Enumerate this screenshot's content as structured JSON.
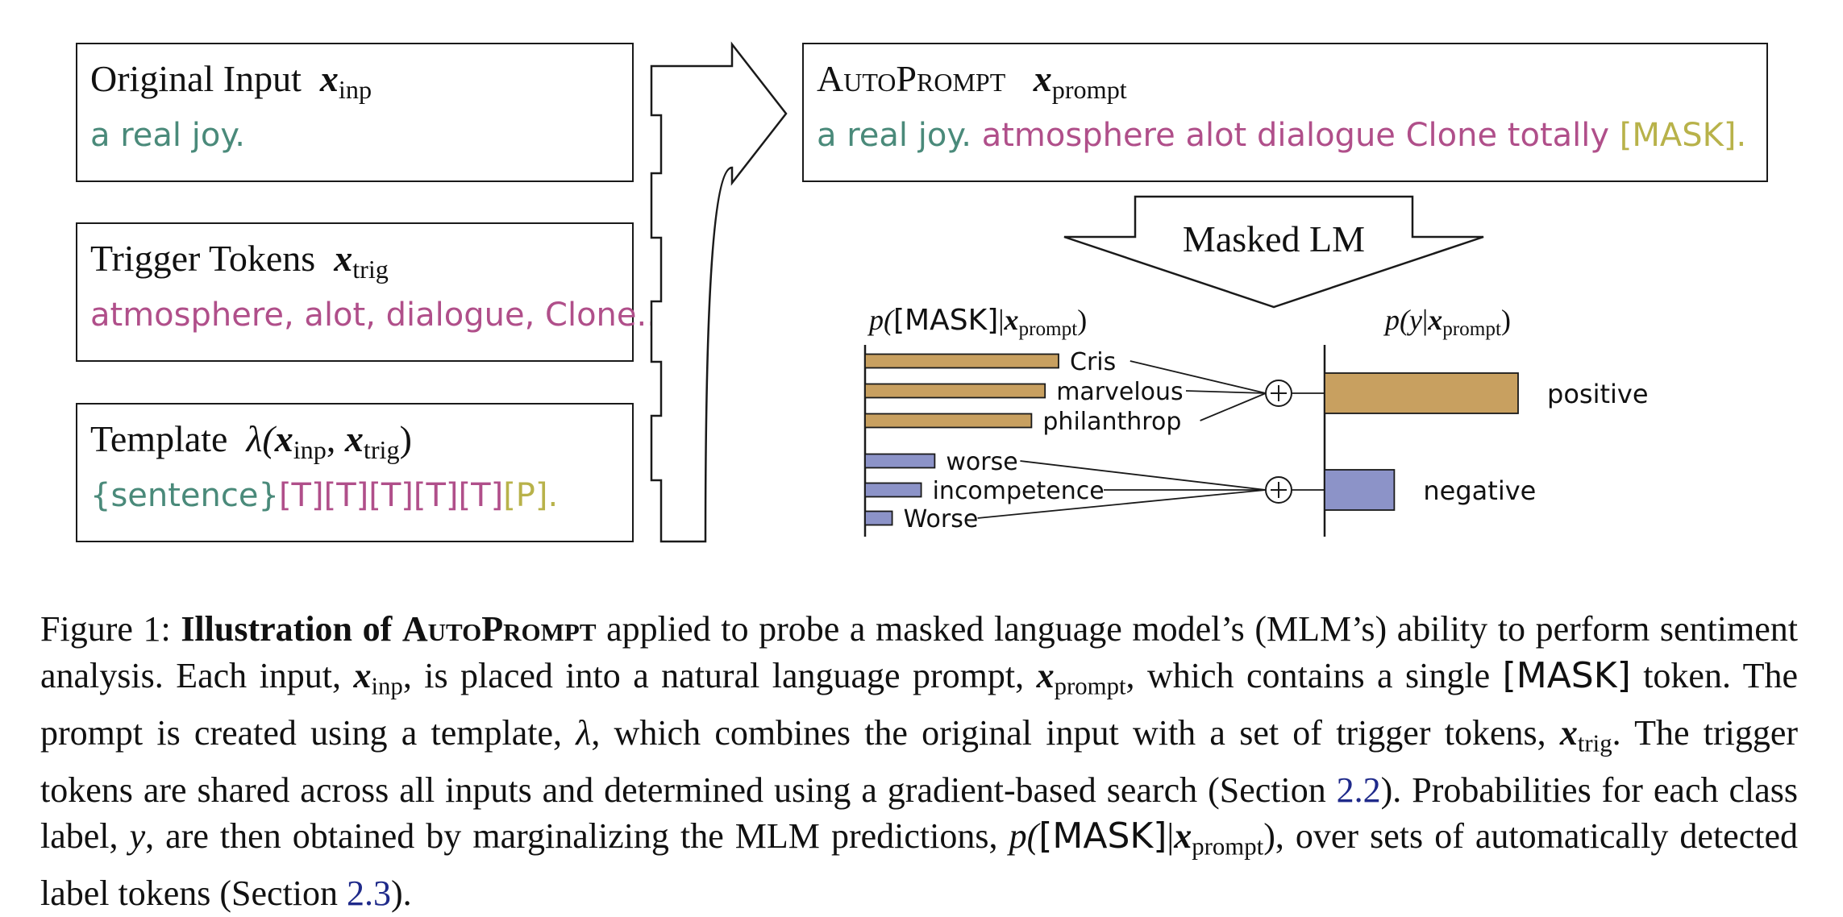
{
  "boxes": {
    "original": {
      "title": "Original Input",
      "var": "x",
      "sub": "inp",
      "body": "a real joy."
    },
    "trigger": {
      "title": "Trigger Tokens",
      "var": "x",
      "sub": "trig",
      "body": "atmosphere, alot, dialogue, Clone..."
    },
    "template": {
      "title": "Template",
      "lambda": "λ(",
      "var1": "x",
      "sub1": "inp",
      "sep": ", ",
      "var2": "x",
      "sub2": "trig",
      "close": ")",
      "sentence": "{sentence}",
      "triggers": "[T][T][T][T][T]",
      "pred": "[P]",
      "period": "."
    },
    "autoprompt": {
      "title": "AutoPrompt",
      "var": "x",
      "sub": "prompt",
      "input_text": "a real joy.",
      "trigger_text": "atmosphere alot dialogue Clone totally",
      "mask": "[MASK]",
      "period": "."
    }
  },
  "masked_lm_label": "Masked LM",
  "chart_left_label": {
    "p": "p(",
    "mask": "[MASK]",
    "bar": "|",
    "var": "x",
    "sub": "prompt",
    "close": ")"
  },
  "chart_right_label": {
    "p": "p(",
    "y": "y",
    "bar": "|",
    "var": "x",
    "sub": "prompt",
    "close": ")"
  },
  "chart_data": [
    {
      "type": "bar",
      "orientation": "horizontal",
      "title": "p([MASK]|x_prompt)",
      "categories": [
        "Cris",
        "marvelous",
        "philanthrop",
        "worse",
        "incompetence",
        "Worse"
      ],
      "values": [
        1.0,
        0.93,
        0.86,
        0.36,
        0.29,
        0.14
      ],
      "groups": [
        "positive",
        "positive",
        "positive",
        "negative",
        "negative",
        "negative"
      ],
      "colors": {
        "positive": "#c8a060",
        "negative": "#8c93c8"
      }
    },
    {
      "type": "bar",
      "orientation": "horizontal",
      "title": "p(y|x_prompt)",
      "categories": [
        "positive",
        "negative"
      ],
      "values": [
        1.0,
        0.36
      ],
      "colors": {
        "positive": "#c8a060",
        "negative": "#8c93c8"
      }
    }
  ],
  "caption": {
    "prefix": "Figure 1: ",
    "bold_a": "Illustration of ",
    "bold_sc": "AutoPrompt",
    "t1": " applied to probe a masked language model’s (MLM’s) ability to perform sentiment analysis. Each input, ",
    "var_inp": "x",
    "sub_inp": "inp",
    "t2": ", is placed into a natural language prompt, ",
    "var_prompt": "x",
    "sub_prompt": "prompt",
    "t3": ", which contains a single ",
    "mask": "[MASK]",
    "t4": " token. The prompt is created using a template, ",
    "lambda": "λ",
    "t5": ", which combines the original input with a set of trigger tokens, ",
    "var_trig": "x",
    "sub_trig": "trig",
    "t6": ". The trigger tokens are shared across all inputs and determined using a gradient-based search (Section ",
    "ref1": "2.2",
    "t7": "). Probabilities for each class label, ",
    "y": "y",
    "t8": ", are then obtained by marginalizing the MLM predictions, ",
    "p_open": "p(",
    "mask2": "[MASK]",
    "bar": "|",
    "var_prompt2": "x",
    "sub_prompt2": "prompt",
    "p_close": ")",
    "t9": ", over sets of automatically detected label tokens (Section ",
    "ref2": "2.3",
    "t10": ")."
  }
}
